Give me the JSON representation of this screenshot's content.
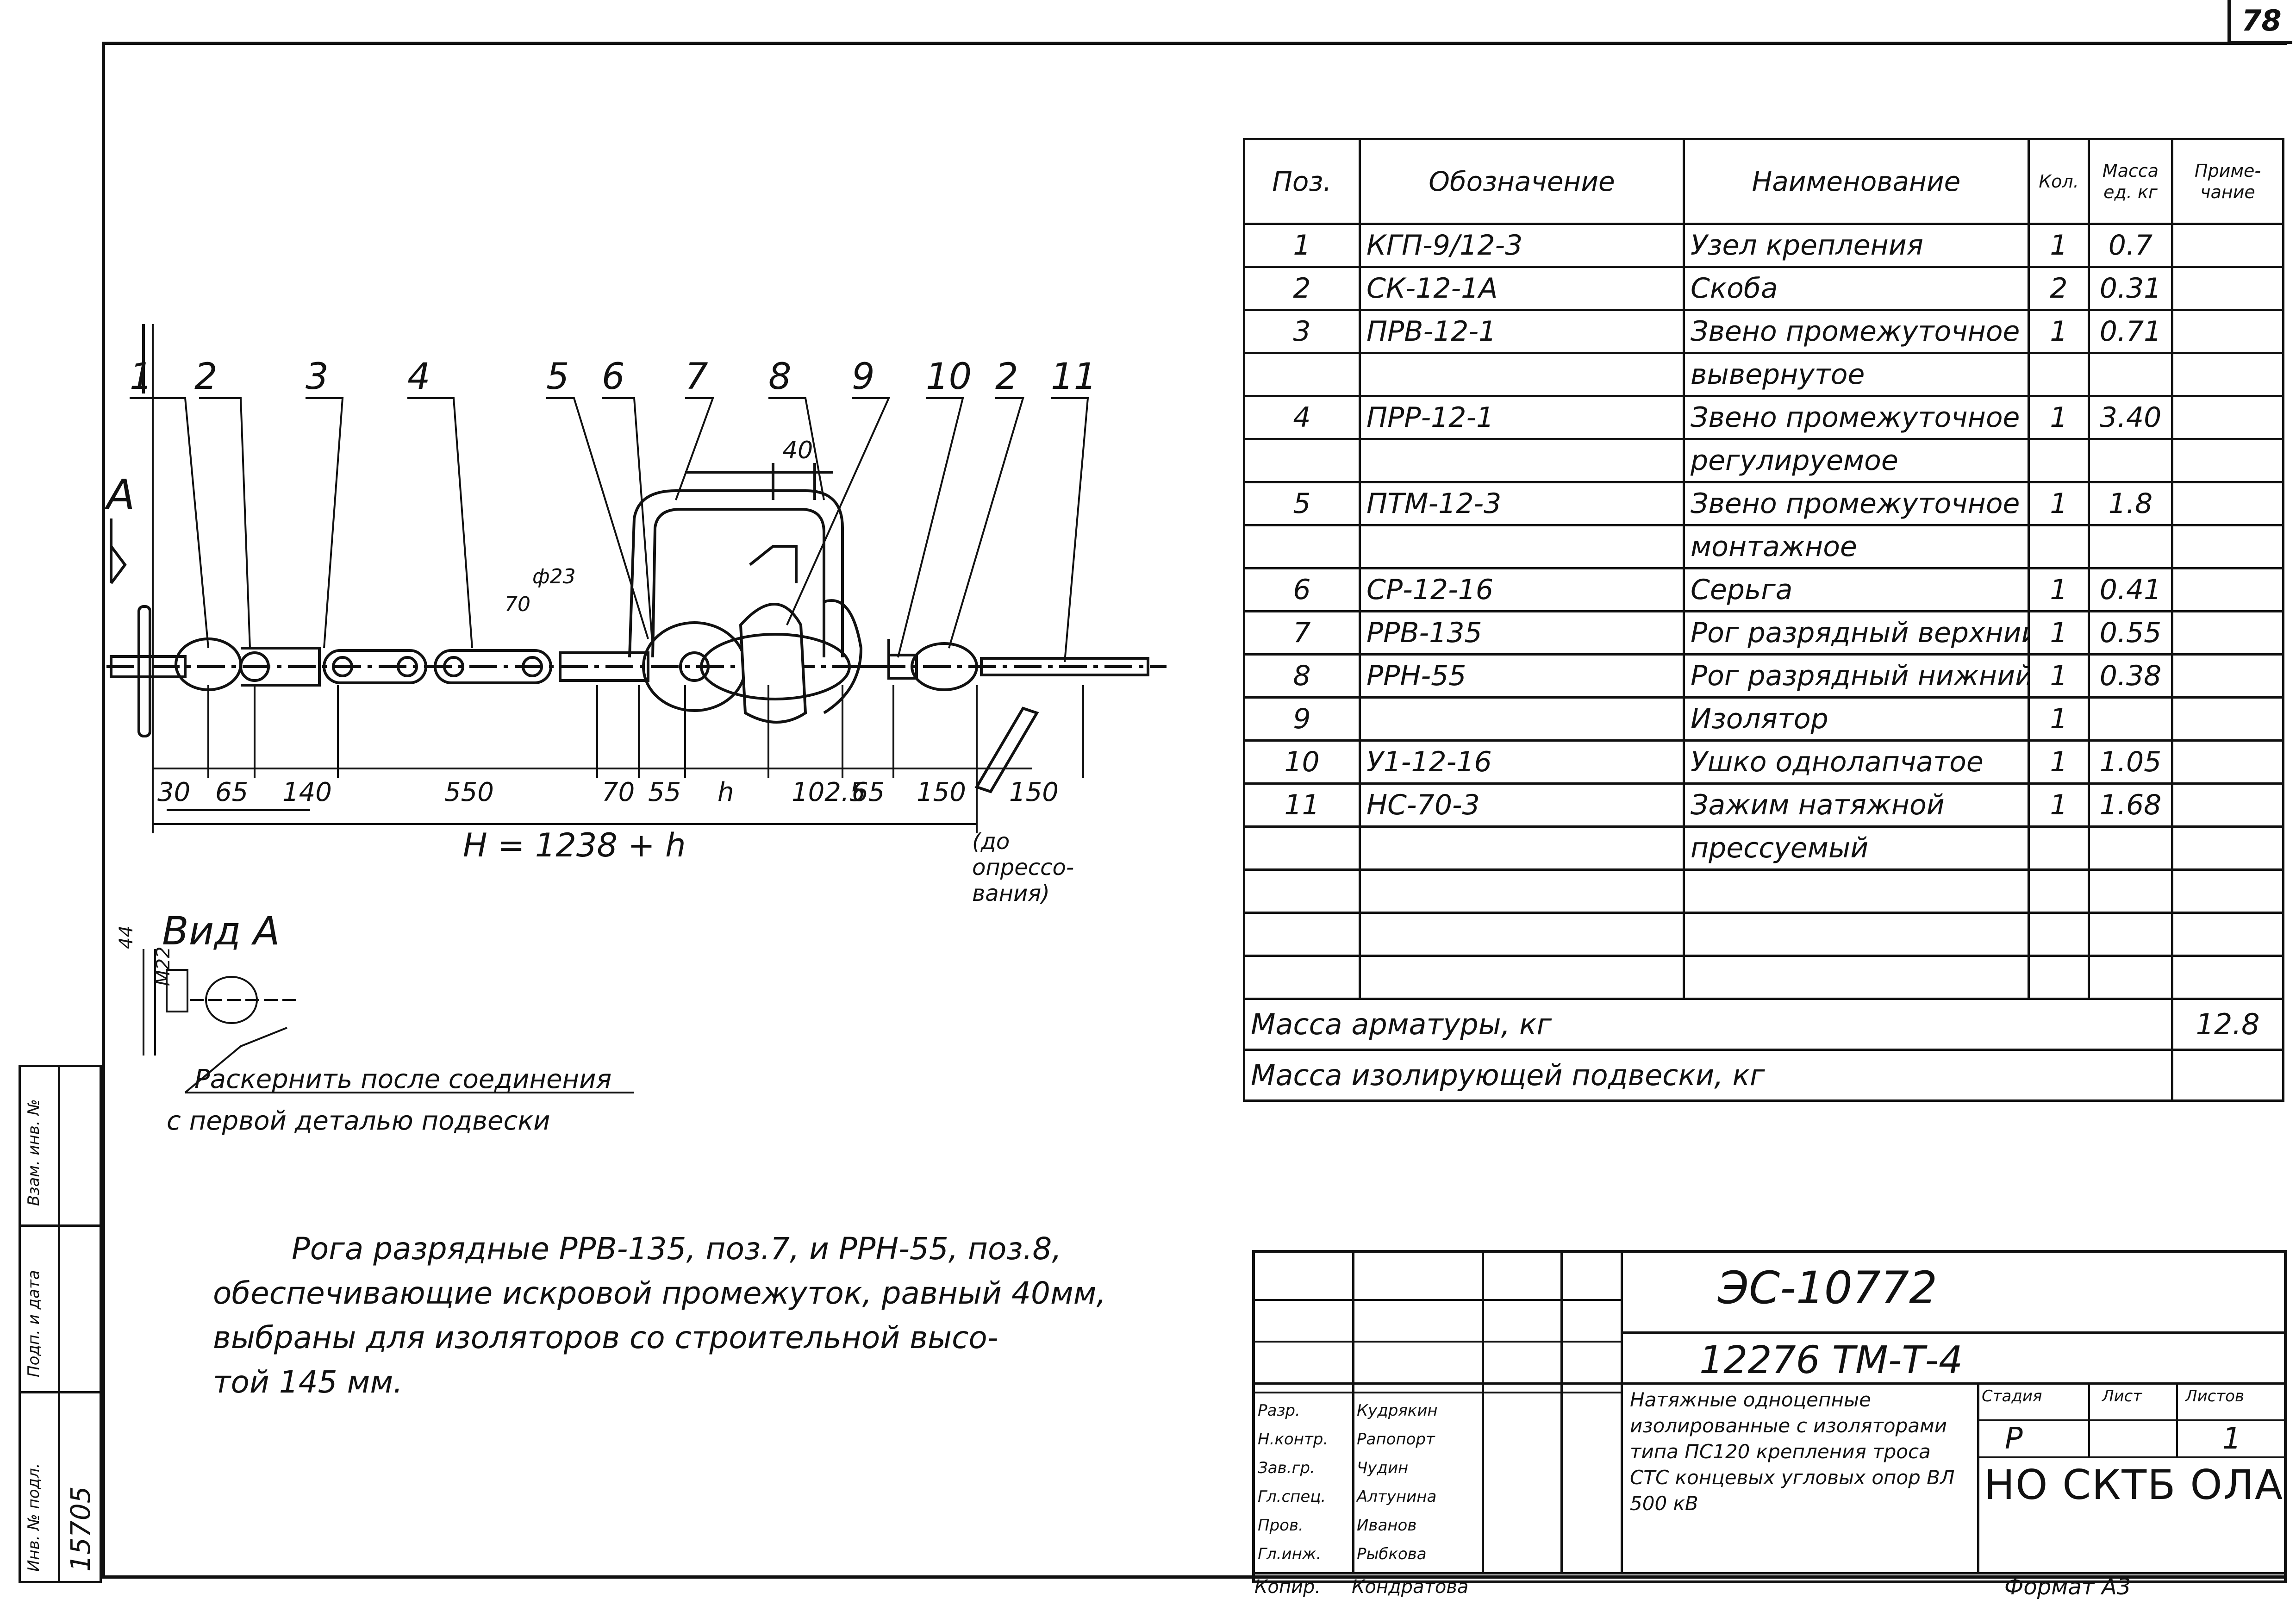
{
  "sheet_number": "78",
  "spec_table": {
    "headers": {
      "pos": "Поз.",
      "designation": "Обозначение",
      "name": "Наименование",
      "qty": "Кол.",
      "mass": "Масса ед. кг",
      "note": "Приме- чание"
    },
    "rows": [
      {
        "pos": "1",
        "designation": "КГП-9/12-3",
        "name": "Узел крепления",
        "qty": "1",
        "mass": "0.7"
      },
      {
        "pos": "2",
        "designation": "СК-12-1А",
        "name": "Скоба",
        "qty": "2",
        "mass": "0.31"
      },
      {
        "pos": "3",
        "designation": "ПРВ-12-1",
        "name": "Звено промежуточное",
        "qty": "1",
        "mass": "0.71"
      },
      {
        "pos": "",
        "designation": "",
        "name": "вывернутое",
        "qty": "",
        "mass": ""
      },
      {
        "pos": "4",
        "designation": "ПРР-12-1",
        "name": "Звено промежуточное",
        "qty": "1",
        "mass": "3.40"
      },
      {
        "pos": "",
        "designation": "",
        "name": "регулируемое",
        "qty": "",
        "mass": ""
      },
      {
        "pos": "5",
        "designation": "ПТМ-12-3",
        "name": "Звено промежуточное",
        "qty": "1",
        "mass": "1.8"
      },
      {
        "pos": "",
        "designation": "",
        "name": "монтажное",
        "qty": "",
        "mass": ""
      },
      {
        "pos": "6",
        "designation": "СР-12-16",
        "name": "Серьга",
        "qty": "1",
        "mass": "0.41"
      },
      {
        "pos": "7",
        "designation": "РРВ-135",
        "name": "Рог разрядный верхний",
        "qty": "1",
        "mass": "0.55"
      },
      {
        "pos": "8",
        "designation": "РРН-55",
        "name": "Рог разрядный нижний",
        "qty": "1",
        "mass": "0.38"
      },
      {
        "pos": "9",
        "designation": "",
        "name": "Изолятор",
        "qty": "1",
        "mass": ""
      },
      {
        "pos": "10",
        "designation": "У1-12-16",
        "name": "Ушко однолапчатое",
        "qty": "1",
        "mass": "1.05"
      },
      {
        "pos": "11",
        "designation": "НС-70-3",
        "name": "Зажим натяжной",
        "qty": "1",
        "mass": "1.68"
      },
      {
        "pos": "",
        "designation": "",
        "name": "прессуемый",
        "qty": "",
        "mass": ""
      },
      {
        "pos": "",
        "designation": "",
        "name": "",
        "qty": "",
        "mass": ""
      },
      {
        "pos": "",
        "designation": "",
        "name": "",
        "qty": "",
        "mass": ""
      },
      {
        "pos": "",
        "designation": "",
        "name": "",
        "qty": "",
        "mass": ""
      }
    ],
    "total_fittings_label": "Масса арматуры, кг",
    "total_fittings_value": "12.8",
    "total_insulators_label": "Масса изолирующей подвески, кг",
    "total_insulators_value": ""
  },
  "drawing": {
    "position_labels": [
      "1",
      "2",
      "3",
      "4",
      "5",
      "6",
      "7",
      "8",
      "9",
      "10",
      "2",
      "11"
    ],
    "view_marker": "А",
    "gap_label": "40",
    "d_label": "ф23",
    "side_dim": "70",
    "dims": [
      "30",
      "65",
      "140",
      "550",
      "70",
      "55",
      "h",
      "102.5",
      "65",
      "150",
      "150"
    ],
    "total_formula": "H = 1238 + h",
    "pressing_note": "(до опрессо- вания)",
    "view_title": "Вид А",
    "view_dim_1": "44",
    "view_dim_2": "М22",
    "punch_note_line1": "Раскернить после соединения",
    "punch_note_line2": "с первой деталью подвески"
  },
  "note_lines": [
    "Рога разрядные РРВ-135, поз.7, и РРН-55, поз.8,",
    "обеспечивающие искровой промежуток, равный 40мм,",
    "выбраны для изоляторов со строительной высо-",
    "той 145 мм."
  ],
  "title_block": {
    "doc_code": "ЭС-10772",
    "doc_number": "12276 ТМ-Т-4",
    "description": "Натяжные одноцепные изолированные с изоляторами типа ПС120 крепления троса СТС концевых угловых опор ВЛ 500 кВ",
    "roles": [
      "Разр.",
      "Н.контр.",
      "Зав.гр.",
      "Гл.спец.",
      "Пров.",
      "Гл.инж."
    ],
    "names": [
      "Кудрякин",
      "Рапопорт",
      "Чудин",
      "Алтунина",
      "Иванов",
      "Рыбкова"
    ],
    "stage_label": "Стадия",
    "sheet_label": "Лист",
    "sheets_label": "Листов",
    "stage": "Р",
    "sheets_total": "1",
    "org": "НО СКТБ ОЛА",
    "copied_label": "Копир.",
    "copied_by": "Кондратова",
    "format": "Формат А3"
  },
  "side_stamp": {
    "inv_label": "Инв. № подл.",
    "inv_value": "15705",
    "sign_label": "Подп. и дата",
    "replace_label": "Взам. инв. №"
  }
}
